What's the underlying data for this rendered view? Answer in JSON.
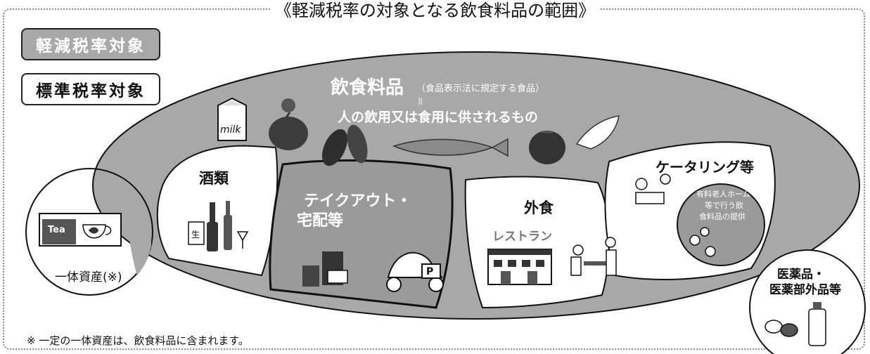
{
  "title": "《軽減税率の対象となる飲食料品の範囲》",
  "legend": {
    "reduced": "軽減税率対象",
    "standard": "標準税率対象"
  },
  "food": {
    "heading": "飲食料品",
    "sub": "（食品表示法に規定する食品）",
    "equals": "＝",
    "definition": "人の飲用又は食用に供されるもの",
    "milk_label": "milk"
  },
  "categories": {
    "alcohol": "酒類",
    "takeout_line1": "テイクアウト・",
    "takeout_line2": "宅配等",
    "dining": "外食",
    "restaurant": "レストラン",
    "catering": "ケータリング等",
    "elderly_line1": "有料老人ホーム",
    "elderly_line2": "等で行う飲",
    "elderly_line3": "食料品の提供",
    "integrated": "一体資産(※)",
    "tea_label": "Tea",
    "pizza_label": "P",
    "medicine_line1": "医薬品・",
    "medicine_line2": "医薬部外品等",
    "sake_label": "生"
  },
  "footnote": "※ 一定の一体資産は、飲食料品に含まれます。",
  "colors": {
    "reduced_fill": "#a8a8a8",
    "dark_fill": "#8a8a8a",
    "white": "#ffffff",
    "stroke": "#111111"
  }
}
